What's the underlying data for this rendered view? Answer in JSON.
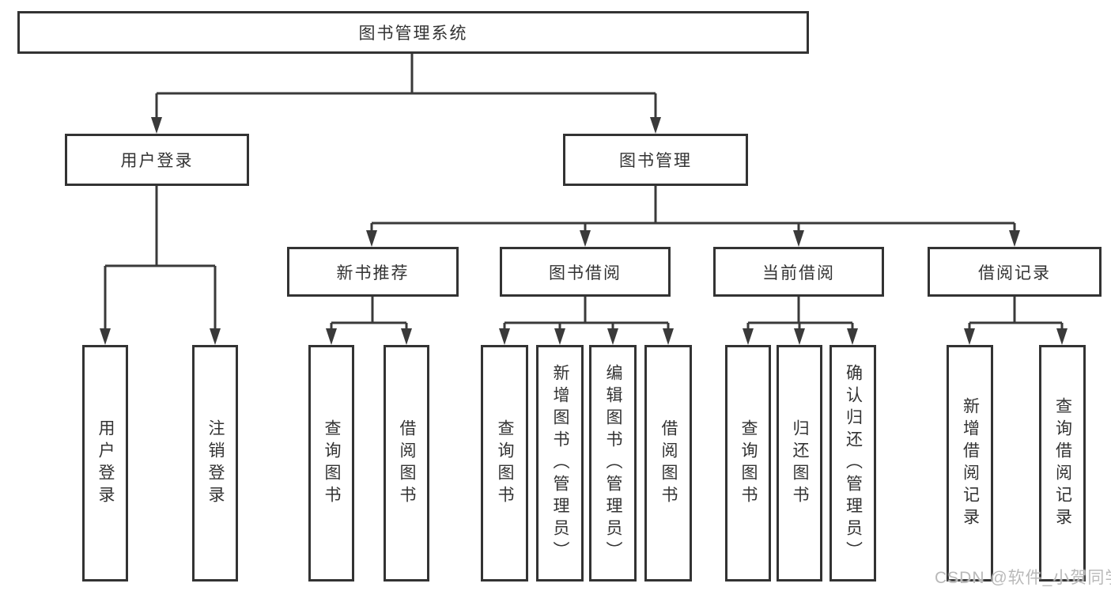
{
  "diagram": {
    "root": {
      "label": "图书管理系统"
    },
    "level2": [
      {
        "label": "用户登录"
      },
      {
        "label": "图书管理"
      }
    ],
    "level3": [
      {
        "label": "新书推荐"
      },
      {
        "label": "图书借阅"
      },
      {
        "label": "当前借阅"
      },
      {
        "label": "借阅记录"
      }
    ],
    "leaves": {
      "user_login": [
        {
          "label": "用户登录"
        },
        {
          "label": "注销登录"
        }
      ],
      "new_book": [
        {
          "label": "查询图书"
        },
        {
          "label": "借阅图书"
        }
      ],
      "book_borrow": [
        {
          "label": "查询图书"
        },
        {
          "label": "新增图书（管理员）"
        },
        {
          "label": "编辑图书（管理员）"
        },
        {
          "label": "借阅图书"
        }
      ],
      "current_borrow": [
        {
          "label": "查询图书"
        },
        {
          "label": "归还图书"
        },
        {
          "label": "确认归还（管理员）"
        }
      ],
      "borrow_records": [
        {
          "label": "新增借阅记录"
        },
        {
          "label": "查询借阅记录"
        }
      ]
    },
    "watermark": "CSDN @软件_小贺同学",
    "colors": {
      "line": "#3a3a3a",
      "box_border": "#333333",
      "text": "#333333",
      "watermark_text": "#b9b9b9",
      "background": "#ffffff"
    }
  }
}
